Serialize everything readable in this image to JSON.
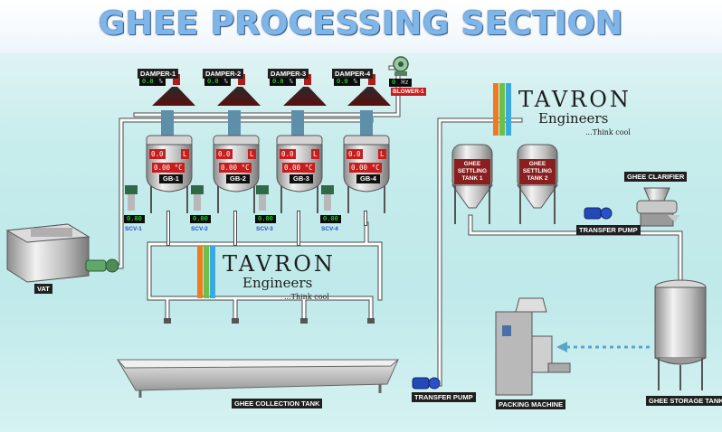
{
  "title": "GHEE PROCESSING SECTION",
  "dampers": [
    {
      "label": "DAMPER-1",
      "value": "0.0",
      "unit": "%"
    },
    {
      "label": "DAMPER-2",
      "value": "0.0",
      "unit": "%"
    },
    {
      "label": "DAMPER-3",
      "value": "0.0",
      "unit": "%"
    },
    {
      "label": "DAMPER-4",
      "value": "0.0",
      "unit": "%"
    }
  ],
  "blower": {
    "label": "BLOWER-1",
    "value": "0",
    "unit": "Hz"
  },
  "boilers": [
    {
      "label": "GB-1",
      "level": "0.0",
      "level_unit": "L",
      "temp": "0.00",
      "temp_unit": "°C"
    },
    {
      "label": "GB-2",
      "level": "0.0",
      "level_unit": "L",
      "temp": "0.00",
      "temp_unit": "°C"
    },
    {
      "label": "GB-3",
      "level": "0.0",
      "level_unit": "L",
      "temp": "0.00",
      "temp_unit": "°C"
    },
    {
      "label": "GB-4",
      "level": "0.0",
      "level_unit": "L",
      "temp": "0.00",
      "temp_unit": "°C"
    }
  ],
  "steam_valves": [
    {
      "label": "SCV-1",
      "value": "0.00"
    },
    {
      "label": "SCV-2",
      "value": "0.00"
    },
    {
      "label": "SCV-3",
      "value": "0.00"
    },
    {
      "label": "SCV-4",
      "value": "0.00"
    }
  ],
  "logo": {
    "name": "TAVRON",
    "sub": "Engineers",
    "tagline": "...Think cool"
  },
  "equipment": {
    "vat": "VAT",
    "collection_tank": "GHEE COLLECTION TANK",
    "transfer_pump_bottom": "TRANSFER PUMP",
    "transfer_pump_top": "TRANSFER PUMP",
    "packing_machine": "PACKING MACHINE",
    "storage_tank": "GHEE STORAGE TANK",
    "clarifier": "GHEE CLARIFIER",
    "settling_tank_1": "GHEE SETTLING TANK 1",
    "settling_tank_2": "GHEE SETTLING TANK 2"
  },
  "colors": {
    "pipe": "#ffffff",
    "pipe_edge": "#4a4a4a",
    "lcd_text": "#2dff3a",
    "alarm": "#c81d1d",
    "logo_orange": "#f07b1e",
    "logo_green": "#6cc04a",
    "logo_blue": "#39a9e0"
  }
}
